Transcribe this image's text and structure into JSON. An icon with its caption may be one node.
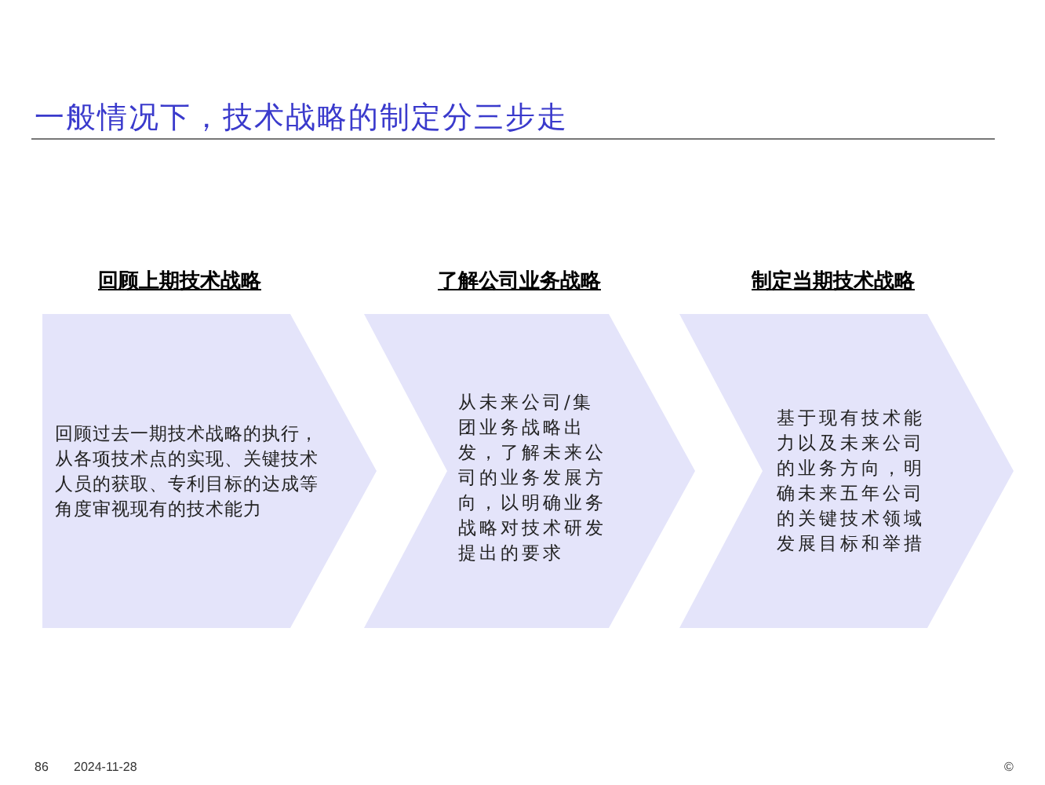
{
  "diagram": {
    "title": "一般情况下，技术战略的制定分三步走",
    "nodes": [
      {
        "text": [
          "回顾上期技术战略",
          "回顾过去一期技术战略的执行，从各项技术点的实现、关键技术人员的获取、专利目标的达成等角度审视现有的技术能力"
        ]
      },
      {
        "text": [
          "了解公司业务战略",
          "从未来公司/集团业务战略出发，了解未来公司的业务发展方向，以明确业务战略对技术研发提出的要求"
        ]
      },
      {
        "text": [
          "制定当期技术战略",
          "基于现有技术能力以及未来公司的业务方向，明确未来五年公司的关键技术领域发展目标和举措"
        ]
      }
    ],
    "labels": [
      "86",
      "2024-11-28",
      "©"
    ]
  }
}
